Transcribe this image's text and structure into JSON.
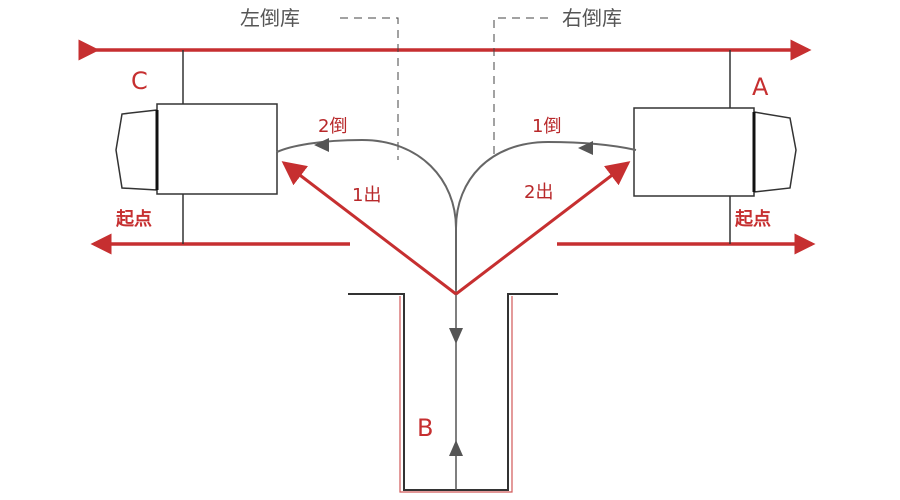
{
  "labels": {
    "left_reverse": "左倒库",
    "right_reverse": "右倒库",
    "point_c": "C",
    "point_a": "A",
    "point_b": "B",
    "start_left": "起点",
    "start_right": "起点",
    "step_2_reverse": "2倒",
    "step_1_reverse": "1倒",
    "step_1_out": "1出",
    "step_2_out": "2出"
  },
  "colors": {
    "red": "#c62f30",
    "dark": "#333333",
    "gray_text": "#555555"
  }
}
